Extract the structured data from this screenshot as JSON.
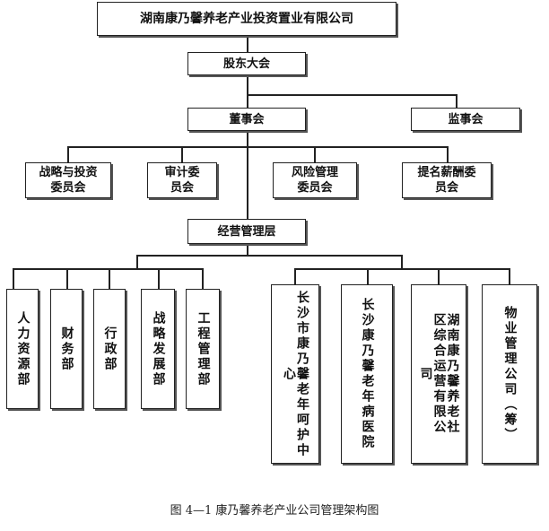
{
  "diagram": {
    "company": "湖南康乃馨养老产业投资置业有限公司",
    "shareholders": "股东大会",
    "board": "董事会",
    "supervisors": "监事会",
    "committees": [
      "战略与投资委员会",
      "审计委员会",
      "风险管理委员会",
      "提名薪酬委员会"
    ],
    "management": "经营管理层",
    "departments": [
      "人力资源部",
      "财务部",
      "行政部",
      "战略发展部",
      "工程管理部"
    ],
    "subsidiaries": [
      "长沙市康乃馨老年呵护中心",
      "长沙康乃馨老年病医院",
      "湖南康乃馨养老社区综合运营有限公司",
      "物业管理公司（筹）"
    ]
  },
  "caption": "图 4—1 康乃馨养老产业公司管理架构图"
}
